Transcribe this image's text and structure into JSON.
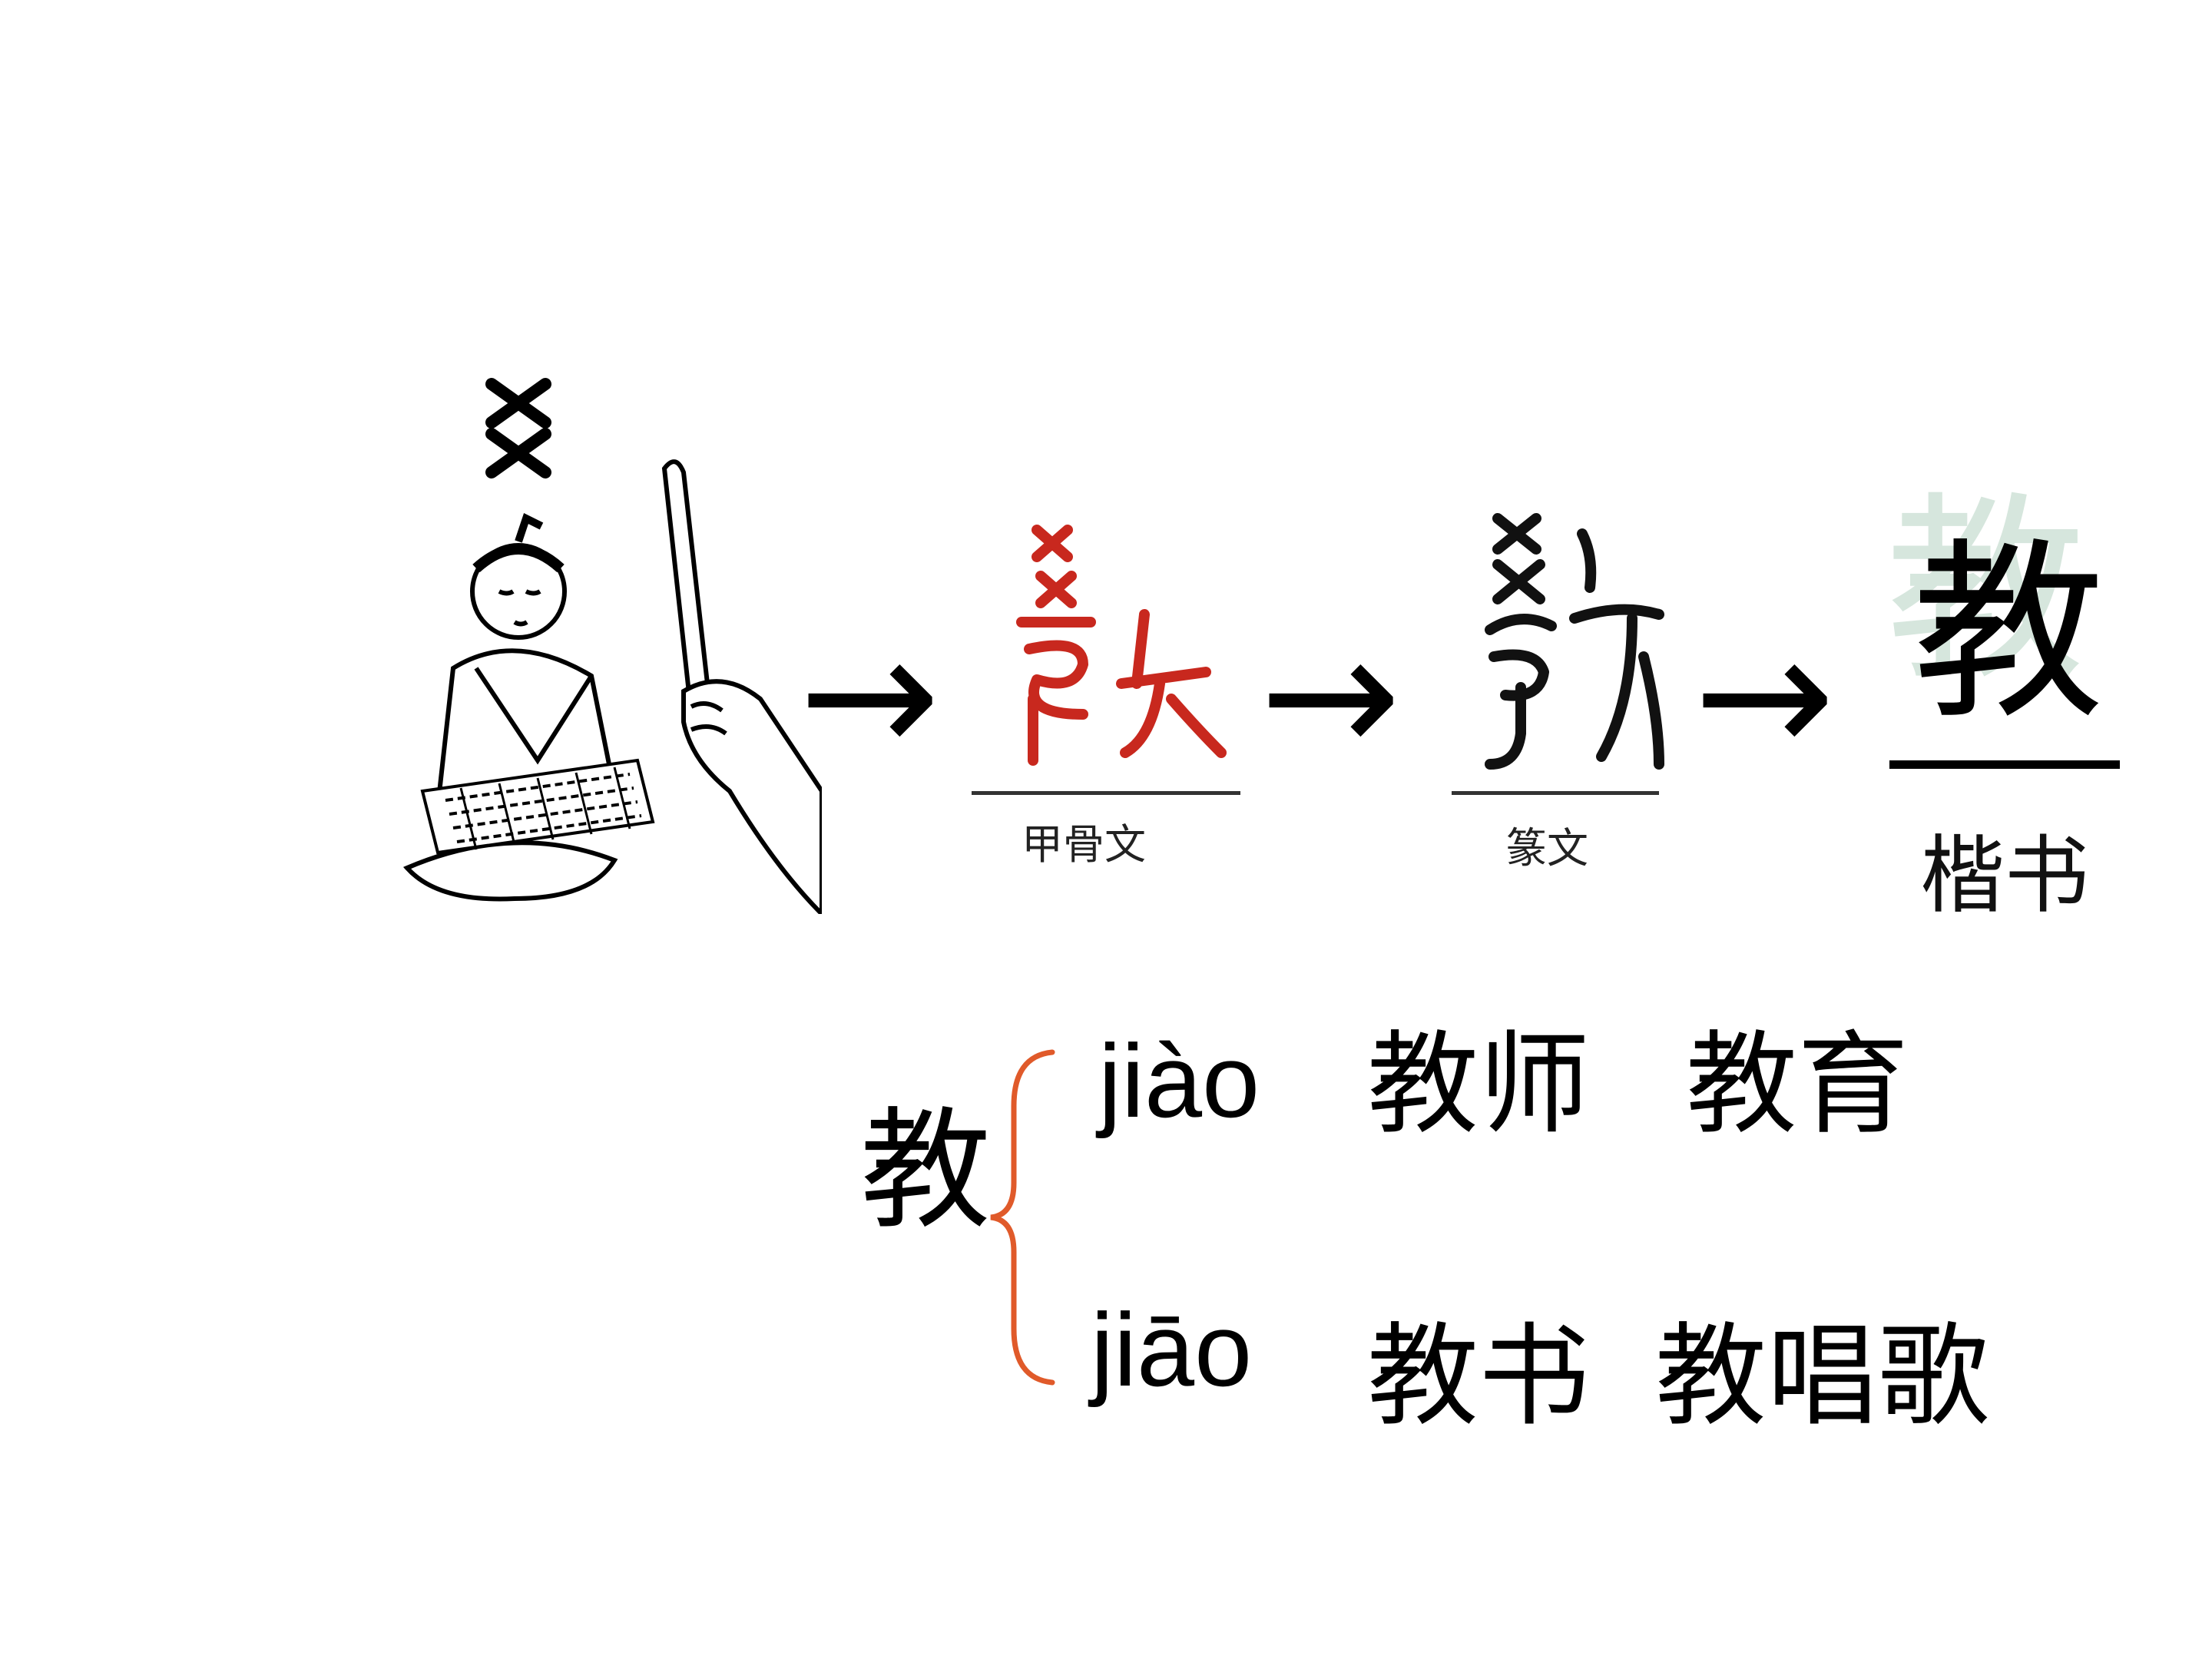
{
  "evolution": {
    "arrow": "→",
    "oracle_label": "甲骨文",
    "seal_label": "篆文",
    "regular_ghost": "教",
    "regular_char": "教",
    "regular_label": "楷书"
  },
  "pronunciation": {
    "character": "教",
    "readings": [
      {
        "pinyin": "jiào",
        "words": [
          "教师",
          "教育"
        ]
      },
      {
        "pinyin": "jiāo",
        "words": [
          "教书",
          "教唱歌"
        ]
      }
    ]
  },
  "colors": {
    "oracle_ink": "#c8281e",
    "brace": "#e05a2a",
    "regular_ghost": "#d6e6dd"
  }
}
